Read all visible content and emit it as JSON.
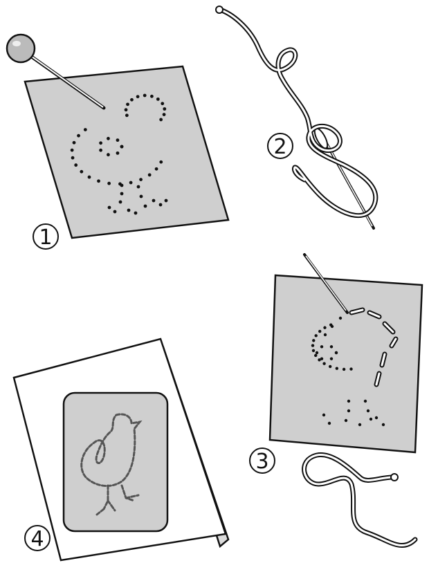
{
  "steps": [
    {
      "number": "1"
    },
    {
      "number": "2"
    },
    {
      "number": "3"
    },
    {
      "number": "4"
    }
  ],
  "colors": {
    "paper": "#cfcfcf",
    "card": "#ffffff",
    "ink": "#111111"
  }
}
